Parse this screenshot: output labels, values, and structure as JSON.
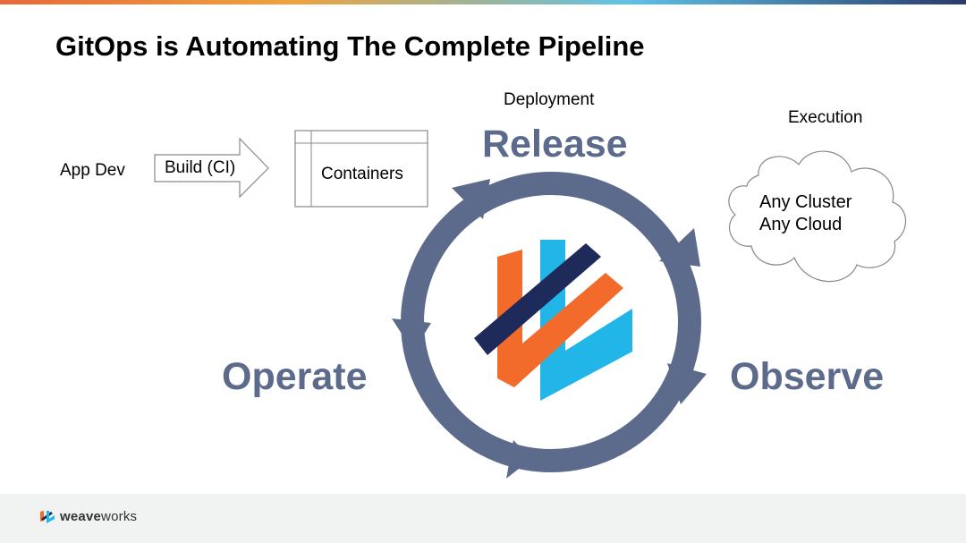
{
  "slide": {
    "title": "GitOps is Automating The Complete Pipeline"
  },
  "pipeline": {
    "app_dev": "App Dev",
    "build": "Build (CI)",
    "containers": "Containers",
    "deployment": "Deployment",
    "release": "Release",
    "execution": "Execution",
    "cloud_line1": "Any Cluster",
    "cloud_line2": "Any Cloud",
    "operate": "Operate",
    "observe": "Observe"
  },
  "footer": {
    "brand_bold": "weave",
    "brand_rest": "works"
  },
  "colors": {
    "cycle": "#5c6b8c",
    "orange": "#f26b2a",
    "navy": "#1d2a5a",
    "cyan": "#22b6e8"
  }
}
